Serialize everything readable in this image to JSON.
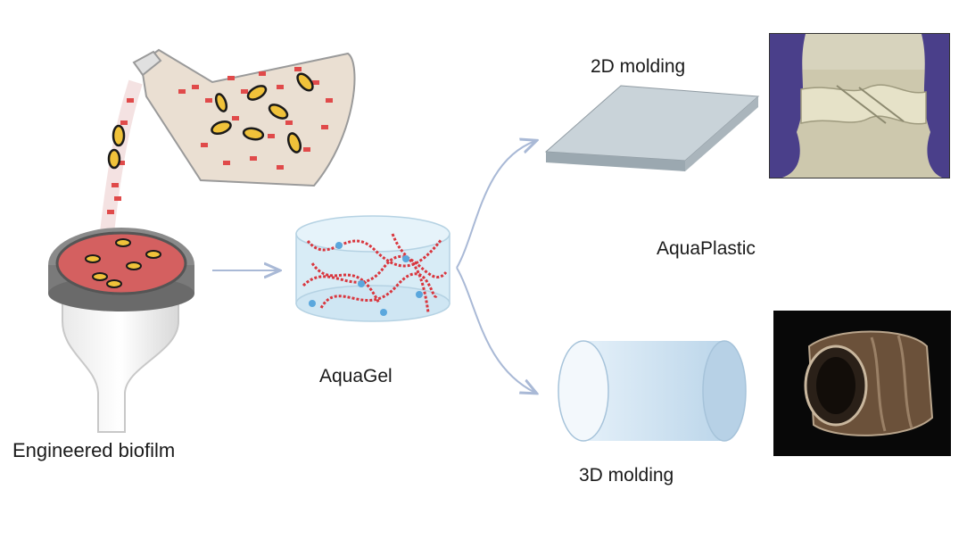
{
  "labels": {
    "engineered_biofilm": "Engineered biofilm",
    "aquagel": "AquaGel",
    "molding_2d": "2D molding",
    "aquaplastic": "AquaPlastic",
    "molding_3d": "3D molding"
  },
  "colors": {
    "arrow": "#a9b9d6",
    "fiber": "#d9363e",
    "cell": "#f0c23a",
    "gel": "#cfe6f3",
    "slab": "#b7c3cc",
    "cylinder": "#cde2f2",
    "glove": "#4a3f8a"
  }
}
